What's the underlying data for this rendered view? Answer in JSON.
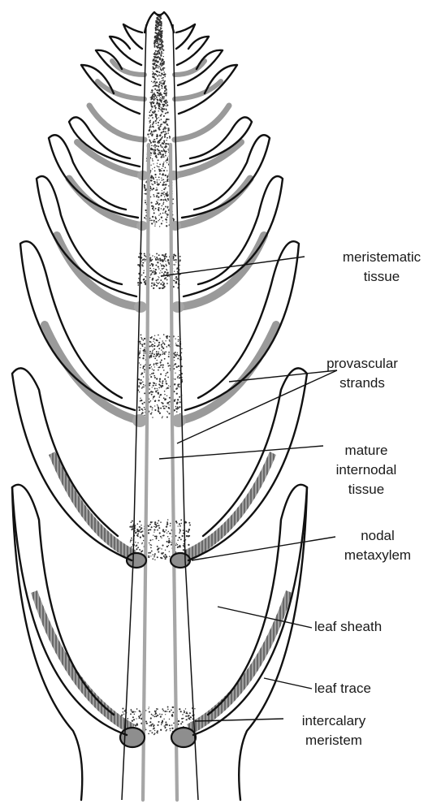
{
  "labels": {
    "meristematic_1": "meristematic",
    "meristematic_2": "tissue",
    "provascular_1": "provascular",
    "provascular_2": "strands",
    "mature_1": "mature",
    "mature_2": "internodal",
    "mature_3": "tissue",
    "nodal_1": "nodal",
    "nodal_2": "metaxylem",
    "leaf_sheath": "leaf sheath",
    "leaf_trace": "leaf trace",
    "intercalary_1": "intercalary",
    "intercalary_2": "meristem"
  },
  "colors": {
    "outline": "#111111",
    "provascular_gray": "#a6a6a6",
    "stipple": "#333333",
    "background": "#ffffff"
  }
}
